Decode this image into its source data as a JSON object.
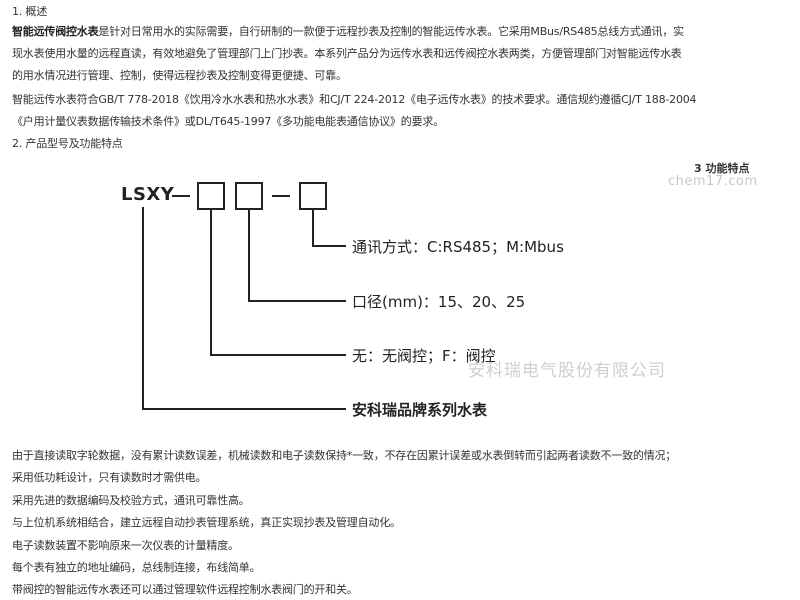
{
  "sections": {
    "overview_heading": "1. 概述",
    "intro_bold": "智能远传阀控水表",
    "intro_rest": "是针对日常用水的实际需要，自行研制的一款便于远程抄表及控制的智能远传水表。它采用MBus/RS485总线方式通讯，实",
    "intro_line2": "现水表使用水量的远程直读，有效地避免了管理部门上门抄表。本系列产品分为远传水表和远传阀控水表两类，方便管理部门对智能远传水表",
    "intro_line3": "的用水情况进行管理、控制，使得远程抄表及控制变得更便捷、可靠。",
    "std_line1": "智能远传水表符合GB/T 778-2018《饮用冷水水表和热水水表》和CJ/T 224-2012《电子远传水表》的技术要求。通信规约遵循CJ/T 188-2004",
    "std_line2": "《户用计量仪表数据传输技术条件》或DL/T645-1997《多功能电能表通信协议》的要求。",
    "model_heading": "2. 产品型号及功能特点"
  },
  "diagram": {
    "feature_label": "3 功能特点",
    "model_code": "LSXY",
    "labels": [
      "通讯方式：C:RS485；M:Mbus",
      "口径(mm)：15、20、25",
      "无：无阀控；F：阀控",
      "安科瑞品牌系列水表"
    ]
  },
  "watermarks": {
    "site": "chem17.com",
    "company": "安科瑞电气股份有限公司"
  },
  "features": [
    "由于直接读取字轮数据，没有累计读数误差，机械读数和电子读数保持*一致，不存在因累计误差或水表倒转而引起两者读数不一致的情况；",
    "采用低功耗设计，只有读数时才需供电。",
    "采用先进的数据编码及校验方式，通讯可靠性高。",
    "与上位机系统相结合，建立远程自动抄表管理系统，真正实现抄表及管理自动化。",
    "电子读数装置不影响原来一次仪表的计量精度。",
    "每个表有独立的地址编码，总线制连接，布线简单。",
    "带阀控的智能远传水表还可以通过管理软件远程控制水表阀门的开和关。"
  ]
}
